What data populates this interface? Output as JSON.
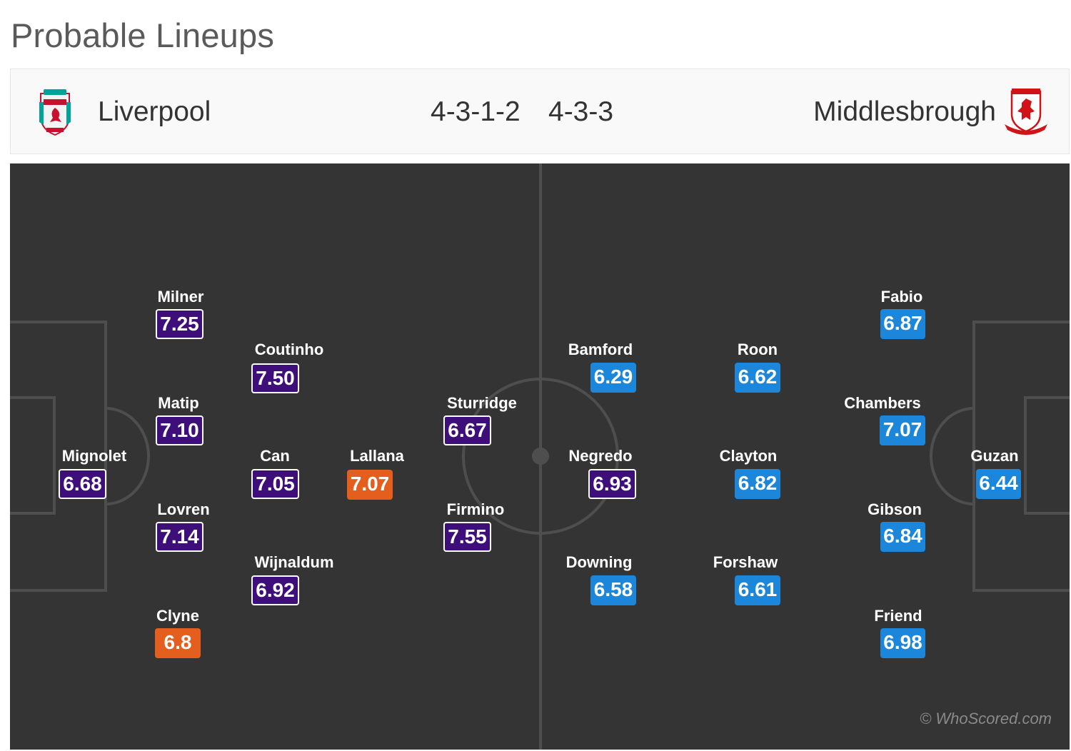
{
  "title": "Probable Lineups",
  "home": {
    "name": "Liverpool",
    "formation": "4-3-1-2",
    "badge_icon": "liverpool-crest-icon",
    "colors": {
      "rating_bg": "#3e0f7b"
    }
  },
  "away": {
    "name": "Middlesbrough",
    "formation": "4-3-3",
    "badge_icon": "middlesbrough-crest-icon",
    "colors": {
      "rating_bg": "#1c86da"
    }
  },
  "highlight_color": "#e45f1e",
  "players": [
    {
      "name": "Milner",
      "rating": "7.25",
      "team": "home"
    },
    {
      "name": "Coutinho",
      "rating": "7.50",
      "team": "home"
    },
    {
      "name": "Matip",
      "rating": "7.10",
      "team": "home"
    },
    {
      "name": "Mignolet",
      "rating": "6.68",
      "team": "home"
    },
    {
      "name": "Can",
      "rating": "7.05",
      "team": "home"
    },
    {
      "name": "Lallana",
      "rating": "7.07",
      "team": "home",
      "highlight": true
    },
    {
      "name": "Sturridge",
      "rating": "6.67",
      "team": "home"
    },
    {
      "name": "Lovren",
      "rating": "7.14",
      "team": "home"
    },
    {
      "name": "Firmino",
      "rating": "7.55",
      "team": "home"
    },
    {
      "name": "Wijnaldum",
      "rating": "6.92",
      "team": "home"
    },
    {
      "name": "Clyne",
      "rating": "6.8",
      "team": "home",
      "highlight": true
    },
    {
      "name": "Bamford",
      "rating": "6.29",
      "team": "away"
    },
    {
      "name": "Roon",
      "rating": "6.62",
      "team": "away"
    },
    {
      "name": "Fabio",
      "rating": "6.87",
      "team": "away"
    },
    {
      "name": "Chambers",
      "rating": "7.07",
      "team": "away"
    },
    {
      "name": "Negredo",
      "rating": "6.93",
      "team": "home"
    },
    {
      "name": "Clayton",
      "rating": "6.82",
      "team": "away"
    },
    {
      "name": "Guzan",
      "rating": "6.44",
      "team": "away"
    },
    {
      "name": "Gibson",
      "rating": "6.84",
      "team": "away"
    },
    {
      "name": "Downing",
      "rating": "6.58",
      "team": "away"
    },
    {
      "name": "Forshaw",
      "rating": "6.61",
      "team": "away"
    },
    {
      "name": "Friend",
      "rating": "6.98",
      "team": "away"
    }
  ],
  "watermark": "© WhoScored.com"
}
